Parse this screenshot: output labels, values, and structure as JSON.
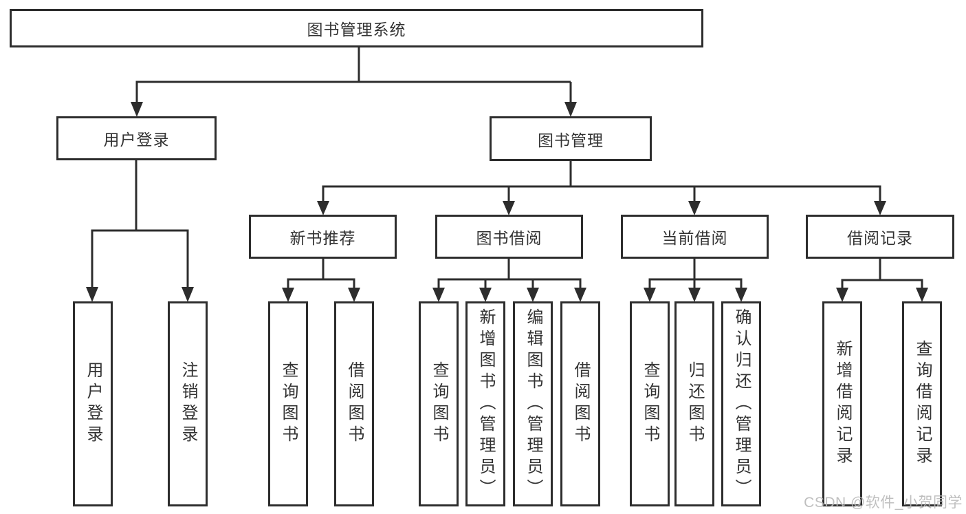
{
  "nodes": {
    "root": {
      "label": "图书管理系统"
    },
    "user_login": {
      "label": "用户登录"
    },
    "book_mgmt": {
      "label": "图书管理"
    },
    "user_login_children": [
      {
        "label": "用户登录"
      },
      {
        "label": "注销登录"
      }
    ],
    "book_mgmt_children": [
      {
        "label": "新书推荐"
      },
      {
        "label": "图书借阅"
      },
      {
        "label": "当前借阅"
      },
      {
        "label": "借阅记录"
      }
    ],
    "new_book_children": [
      {
        "label": "查询图书"
      },
      {
        "label": "借阅图书"
      }
    ],
    "book_borrow_children": [
      {
        "label": "查询图书"
      },
      {
        "label": "新增图书（管理员）"
      },
      {
        "label": "编辑图书（管理员）"
      },
      {
        "label": "借阅图书"
      }
    ],
    "current_borrow_children": [
      {
        "label": "查询图书"
      },
      {
        "label": "归还图书"
      },
      {
        "label": "确认归还（管理员）"
      }
    ],
    "borrow_record_children": [
      {
        "label": "新增借阅记录"
      },
      {
        "label": "查询借阅记录"
      }
    ]
  },
  "watermark": {
    "text": "CSDN @软件_小贺同学"
  },
  "colors": {
    "line": "#2d2d2d",
    "text": "#333333",
    "watermark": "#b9b9b9",
    "background": "#ffffff"
  }
}
